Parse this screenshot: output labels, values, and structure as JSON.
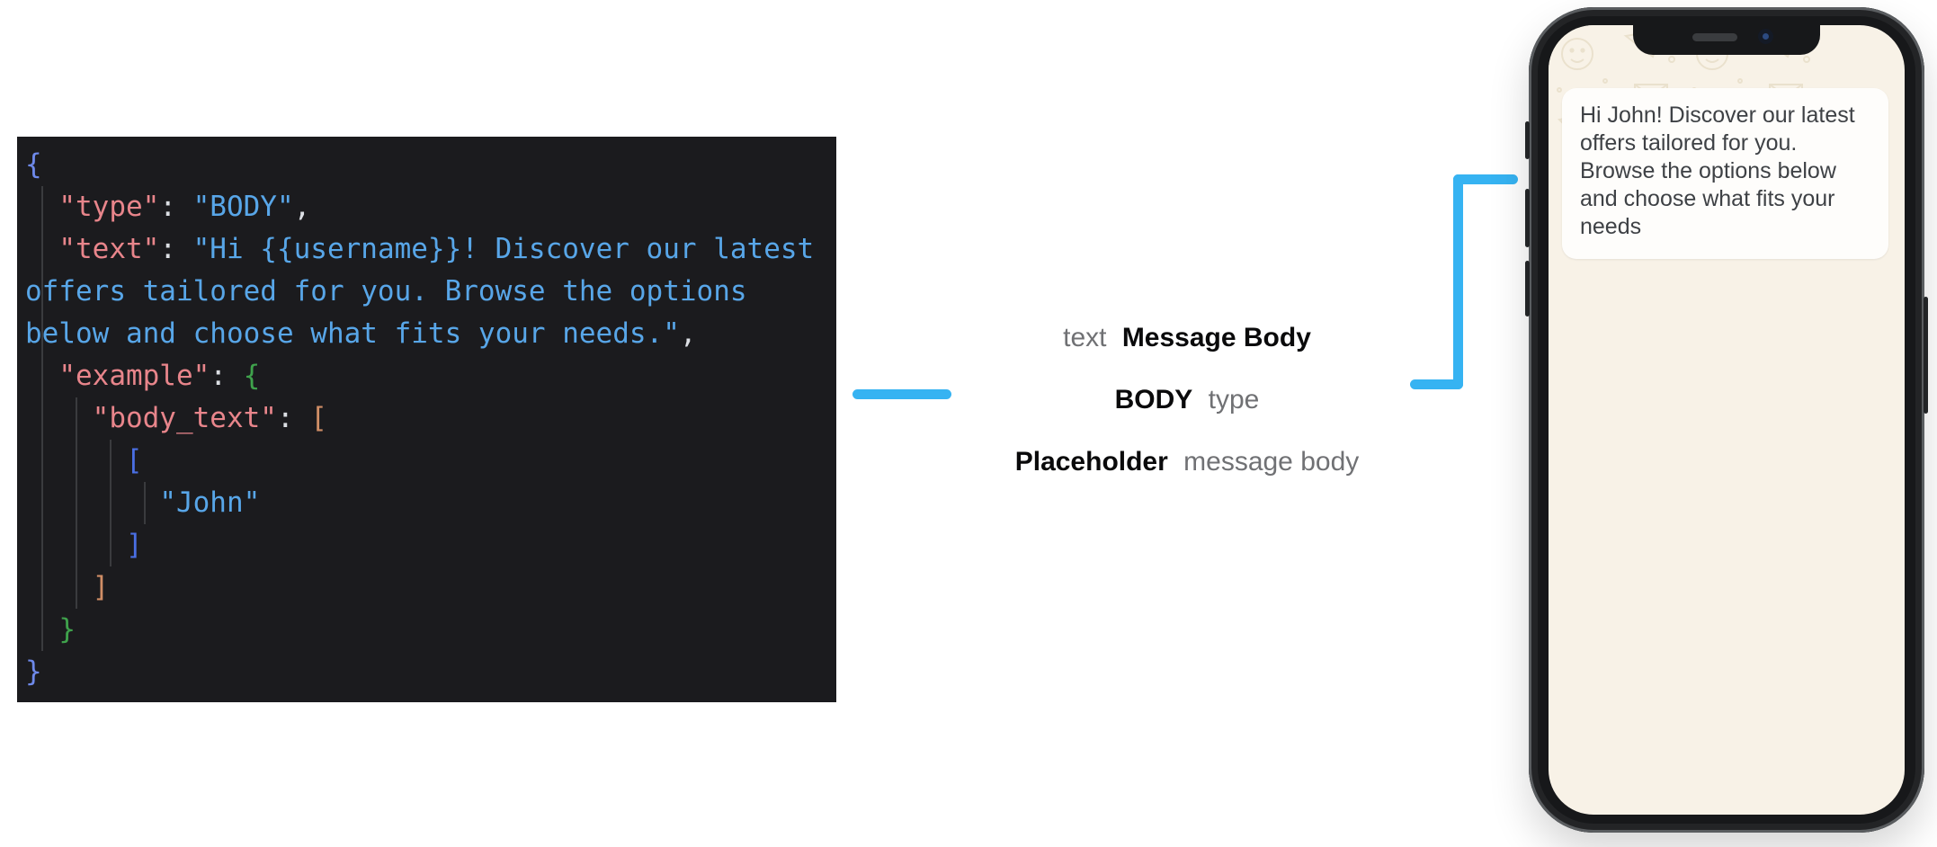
{
  "code_panel": {
    "background": "#1b1b1e",
    "syntax_colors": {
      "key": "#e8858b",
      "string": "#58a6e8",
      "punctuation": "#dcdfe4",
      "bracket_level1": "#6e89ea",
      "bracket_level2": "#3fa24c",
      "bracket_level3": "#d08e66",
      "bracket_level4": "#4a6fe4"
    },
    "lines": [
      [
        [
          "b1",
          "{"
        ]
      ],
      [
        [
          "p",
          "  "
        ],
        [
          "k",
          "\"type\""
        ],
        [
          "p",
          ": "
        ],
        [
          "s",
          "\"BODY\""
        ],
        [
          "p",
          ","
        ]
      ],
      [
        [
          "p",
          "  "
        ],
        [
          "k",
          "\"text\""
        ],
        [
          "p",
          ": "
        ],
        [
          "s",
          "\"Hi {{username}}! Discover our latest"
        ]
      ],
      [
        [
          "s",
          "offers tailored for you. Browse the options"
        ]
      ],
      [
        [
          "s",
          "below and choose what fits your needs.\""
        ],
        [
          "p",
          ","
        ]
      ],
      [
        [
          "p",
          "  "
        ],
        [
          "k",
          "\"example\""
        ],
        [
          "p",
          ": "
        ],
        [
          "b2",
          "{"
        ]
      ],
      [
        [
          "p",
          "    "
        ],
        [
          "k",
          "\"body_text\""
        ],
        [
          "p",
          ": "
        ],
        [
          "b3",
          "["
        ]
      ],
      [
        [
          "p",
          "      "
        ],
        [
          "b4",
          "["
        ]
      ],
      [
        [
          "p",
          "        "
        ],
        [
          "s",
          "\"John\""
        ]
      ],
      [
        [
          "p",
          "      "
        ],
        [
          "b4",
          "]"
        ]
      ],
      [
        [
          "p",
          "    "
        ],
        [
          "b3",
          "]"
        ]
      ],
      [
        [
          "p",
          "  "
        ],
        [
          "b2",
          "}"
        ]
      ],
      [
        [
          "b1",
          "}"
        ]
      ]
    ]
  },
  "annotations": {
    "row1_muted": "text",
    "row1_bold": "Message Body",
    "row2_bold": "BODY",
    "row2_muted": "type",
    "row3_bold": "Placeholder",
    "row3_muted": "message body"
  },
  "connector_color": "#36b3f2",
  "phone": {
    "wallpaper_style": "whatsapp-doodle-beige",
    "message_lines": [
      "Hi John! Discover our latest",
      "offers tailored for you.",
      "Browse the options below",
      "and choose what fits your",
      "needs"
    ]
  }
}
